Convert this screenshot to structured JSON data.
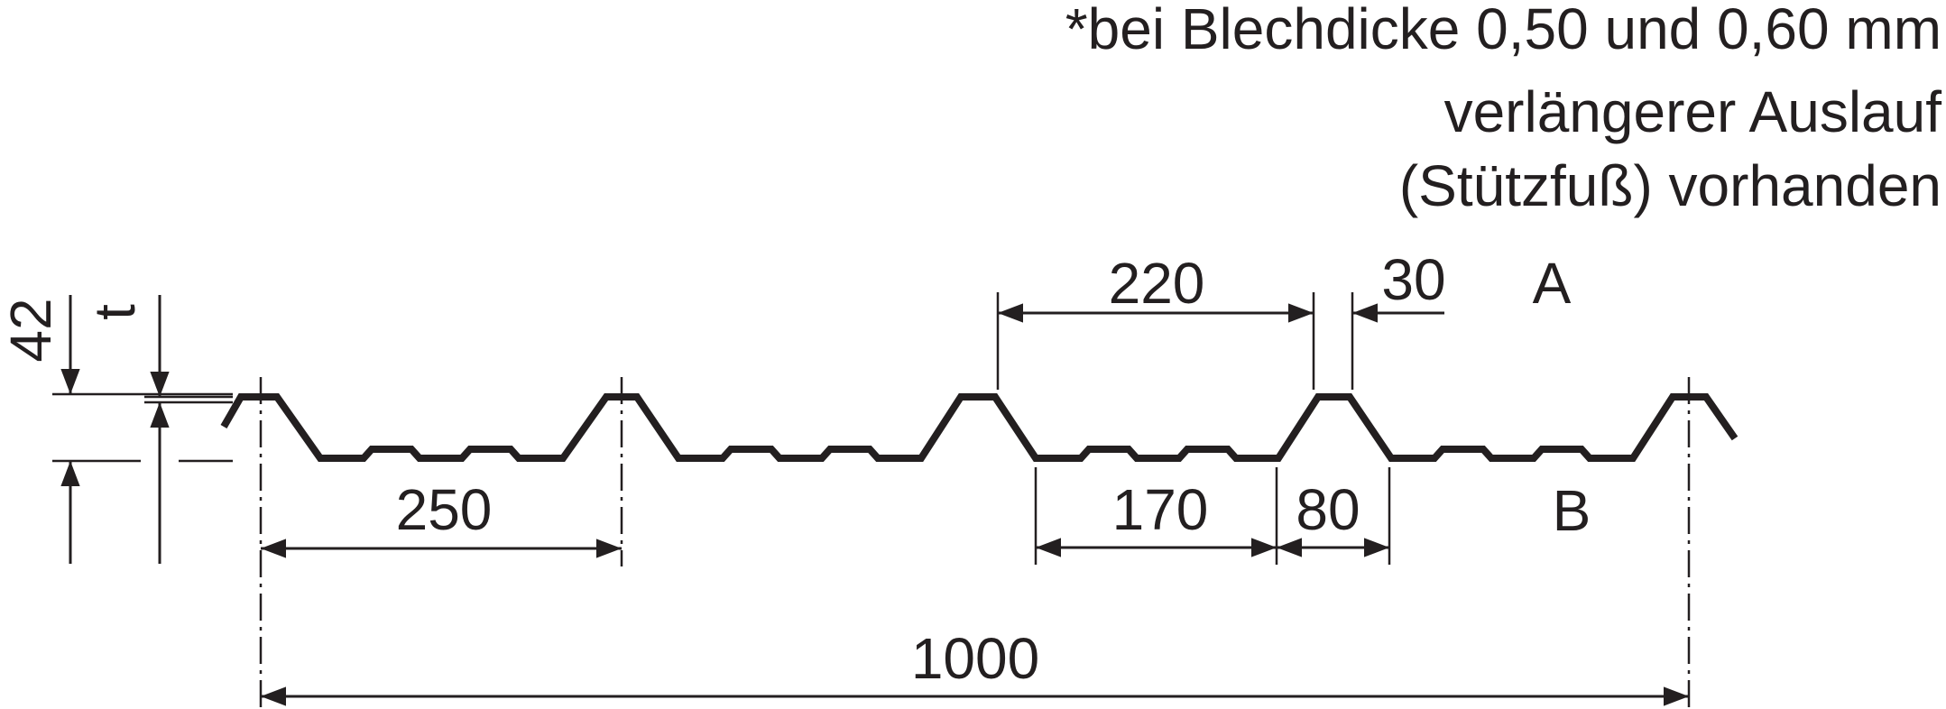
{
  "note": {
    "line1": "*bei Blechdicke 0,50 und 0,60 mm",
    "line2": "verlängerer Auslauf",
    "line3": "(Stützfuß) vorhanden"
  },
  "dimensions": {
    "rib_pitch": "250",
    "rib_top_opening": "220",
    "overlap": "30",
    "valley_width": "170",
    "rib_bottom_flank": "80",
    "cover_width": "1000",
    "profile_height": "42",
    "thickness_symbol": "t"
  },
  "faces": {
    "top": "A",
    "bottom": "B"
  },
  "colors": {
    "ink": "#231f20"
  }
}
